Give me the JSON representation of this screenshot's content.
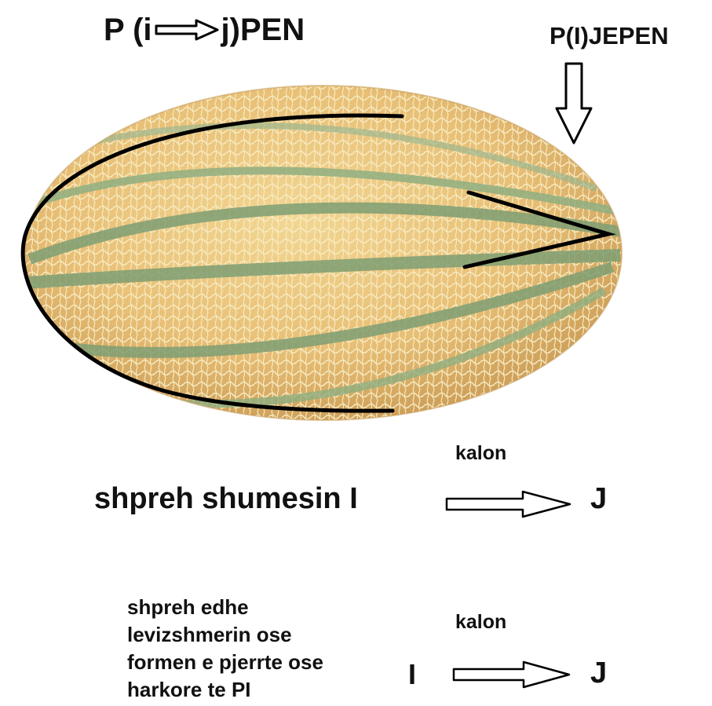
{
  "title": {
    "prefix": "P (i",
    "suffix": "j)PEN"
  },
  "top_label": "P(I)JEPEN",
  "row1": {
    "top": "kalon",
    "statement": "shpreh shumesin I",
    "target": "J"
  },
  "row2": {
    "description": [
      "shpreh edhe",
      "levizshmerin ose",
      "formen e pjerrte ose",
      "harkore te PI"
    ],
    "top": "kalon",
    "source": "I",
    "target": "J"
  },
  "icons": {
    "title_arrow": "right-arrow-icon",
    "down_arrow": "down-arrow-icon",
    "row_arrow": "right-arrow-icon"
  },
  "colors": {
    "melon_base": "#e9c17a",
    "melon_netting": "#f7ecc2",
    "melon_stripe": "#7e9e72",
    "line": "#000000"
  }
}
